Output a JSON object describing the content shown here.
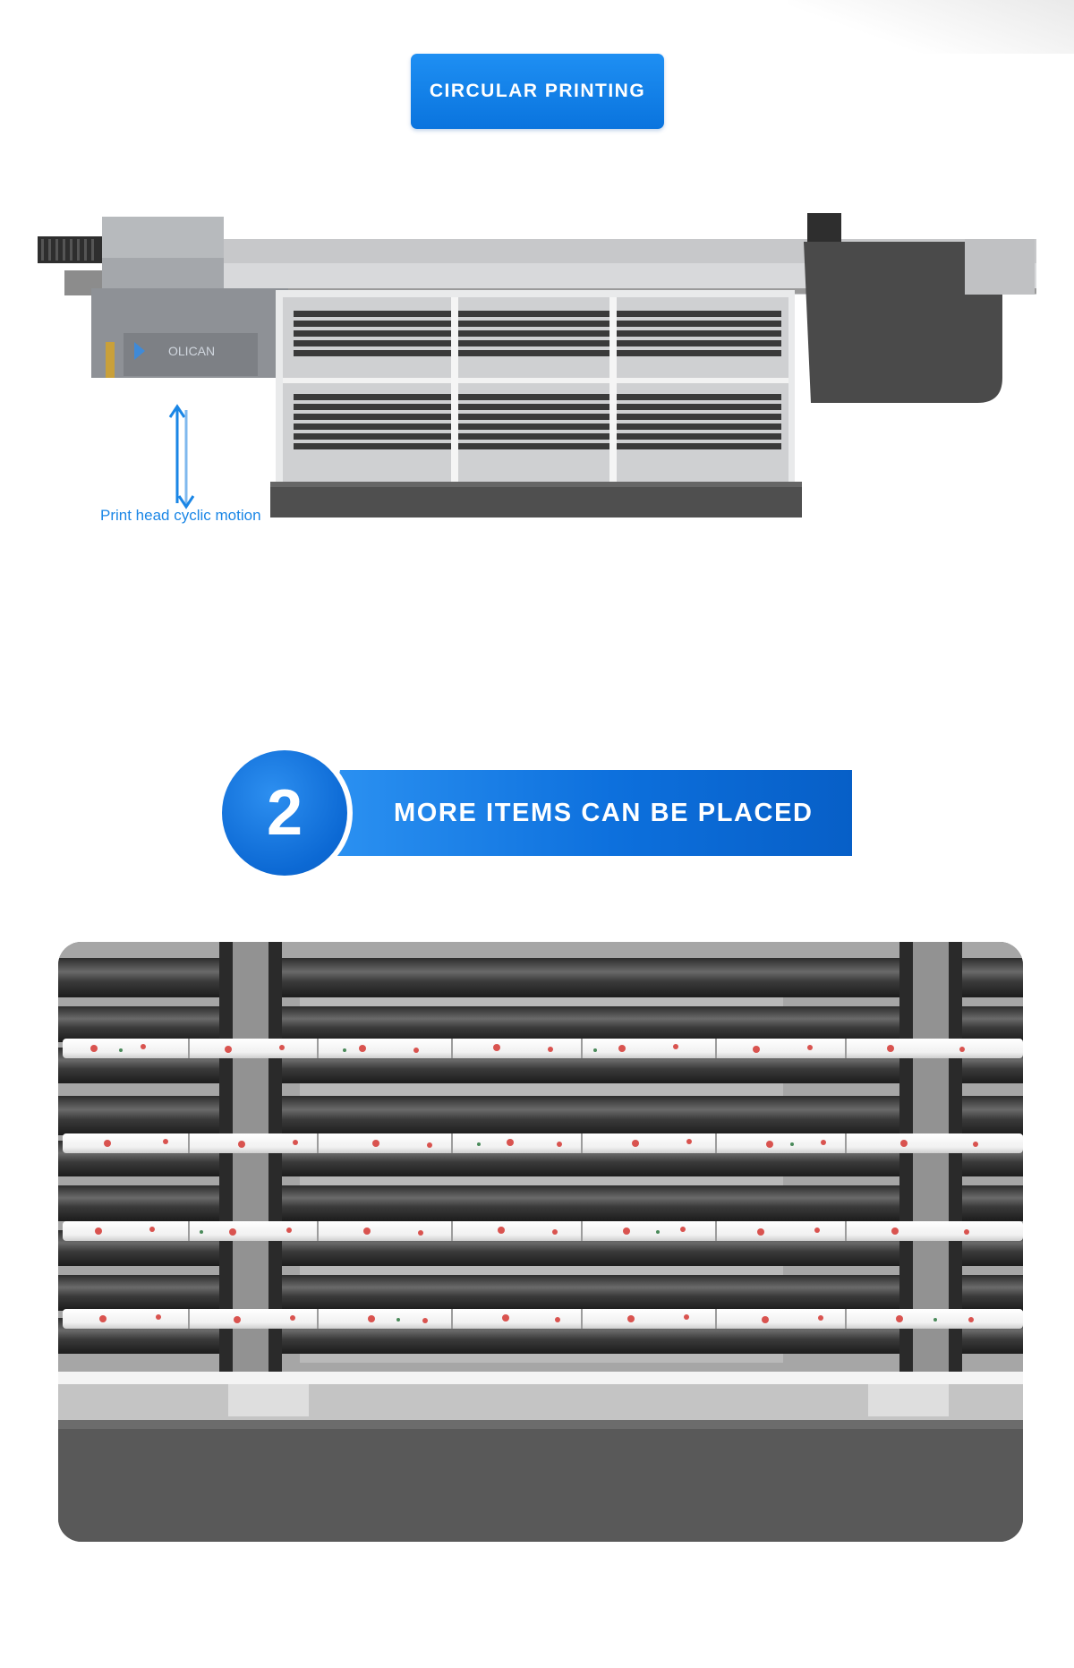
{
  "section1": {
    "pill_label": "CIRCULAR PRINTING",
    "motion_label": "Print head cyclic motion",
    "logo_text": "OLICAN"
  },
  "section2": {
    "number": "2",
    "title": "MORE ITEMS CAN BE PLACED"
  },
  "colors": {
    "accent": "#0b74de",
    "accent_dark": "#075fc7",
    "label_blue": "#1a86e6",
    "machine_gray": "#5c5c5c"
  },
  "icons": [
    "up-down-arrow-icon"
  ]
}
